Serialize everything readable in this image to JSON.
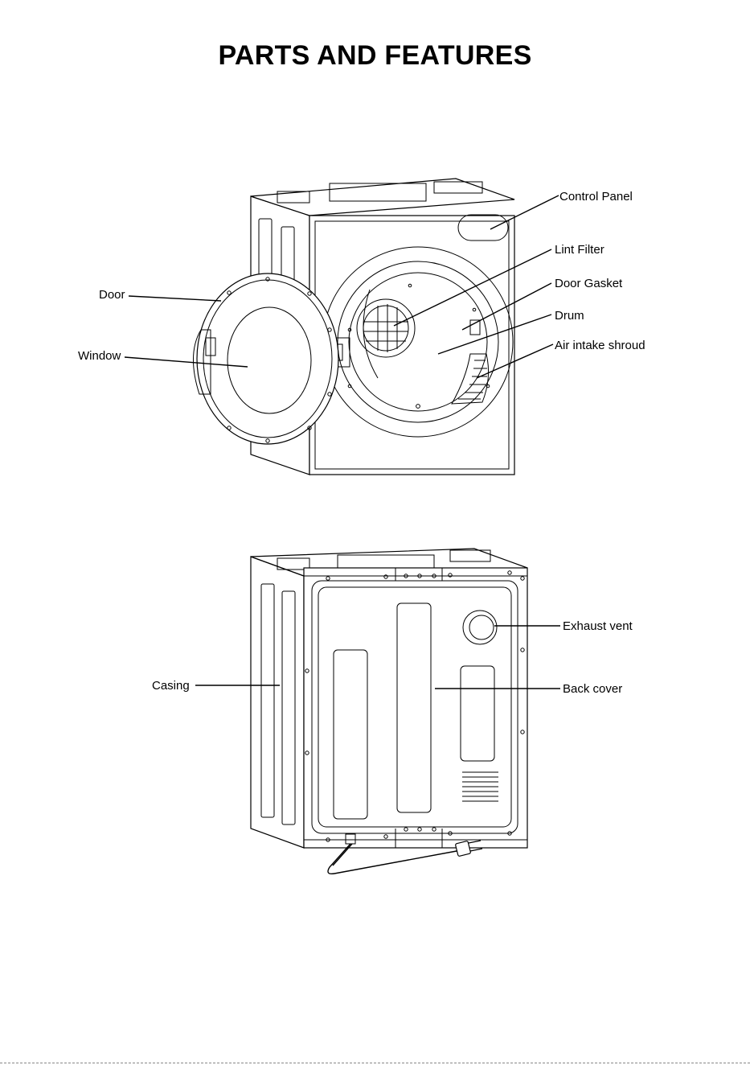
{
  "page": {
    "title": "PARTS AND FEATURES"
  },
  "front_view": {
    "labels": {
      "control_panel": "Control Panel",
      "lint_filter": "Lint Filter",
      "door_gasket": "Door Gasket",
      "drum": "Drum",
      "air_intake_shroud": "Air intake shroud",
      "door": "Door",
      "window": "Window"
    }
  },
  "back_view": {
    "labels": {
      "exhaust_vent": "Exhaust vent",
      "casing": "Casing",
      "back_cover": "Back cover"
    }
  }
}
